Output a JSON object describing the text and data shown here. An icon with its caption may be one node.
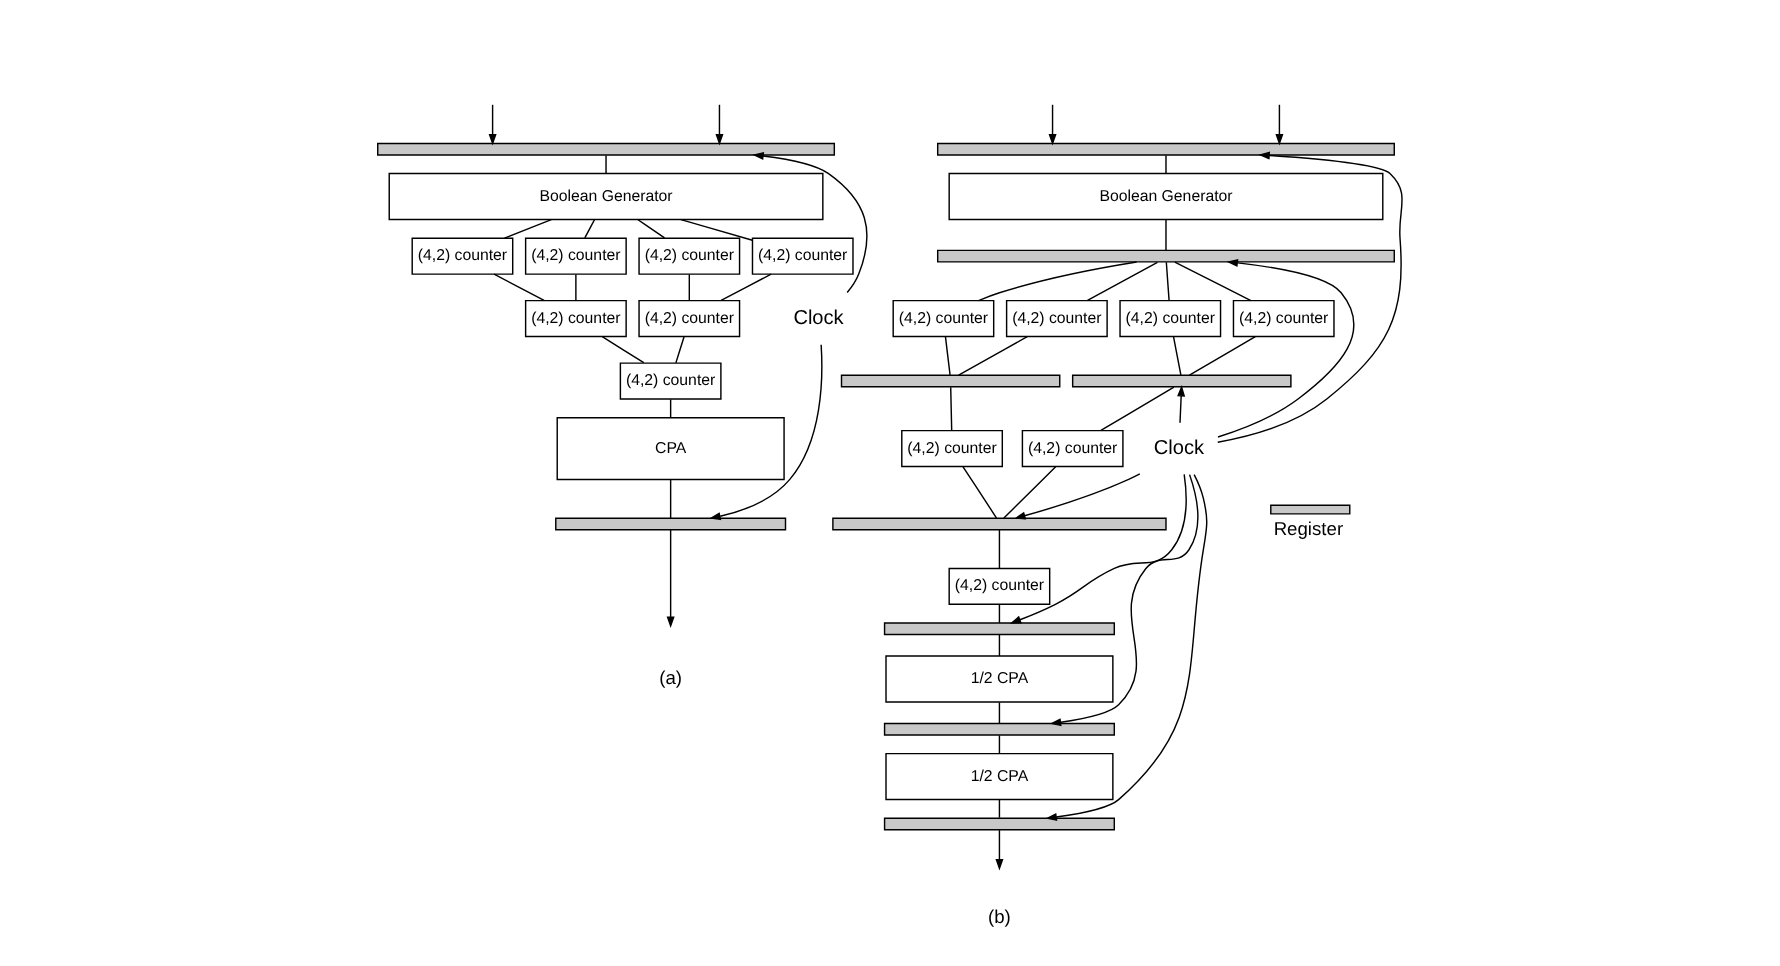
{
  "diagram": {
    "nodes": [
      {
        "text": [],
        "shape": "bar"
      },
      {
        "text": [
          "Boolean Generator"
        ]
      },
      {
        "text": [
          "(4,2) counter"
        ]
      },
      {
        "text": [
          "(4,2) counter"
        ]
      },
      {
        "text": [
          "(4,2) counter"
        ]
      },
      {
        "text": [
          "(4,2) counter"
        ]
      },
      {
        "text": [
          "(4,2) counter"
        ]
      },
      {
        "text": [
          "(4,2) counter"
        ]
      },
      {
        "text": [
          "(4,2) counter"
        ]
      },
      {
        "text": [
          "CPA"
        ]
      },
      {
        "text": [],
        "shape": "bar"
      },
      {
        "text": [
          "Clock"
        ]
      },
      {
        "text": [],
        "shape": "bar"
      },
      {
        "text": [
          "Boolean Generator"
        ]
      },
      {
        "text": [],
        "shape": "bar"
      },
      {
        "text": [
          "(4,2) counter"
        ]
      },
      {
        "text": [
          "(4,2) counter"
        ]
      },
      {
        "text": [
          "(4,2) counter"
        ]
      },
      {
        "text": [
          "(4,2) counter"
        ]
      },
      {
        "text": [],
        "shape": "bar"
      },
      {
        "text": [],
        "shape": "bar"
      },
      {
        "text": [
          "(4,2) counter"
        ]
      },
      {
        "text": [
          "(4,2) counter"
        ]
      },
      {
        "text": [],
        "shape": "bar"
      },
      {
        "text": [
          "(4,2) counter"
        ]
      },
      {
        "text": [],
        "shape": "bar"
      },
      {
        "text": [
          "1/2 CPA"
        ]
      },
      {
        "text": [],
        "shape": "bar"
      },
      {
        "text": [
          "1/2 CPA"
        ]
      },
      {
        "text": [],
        "shape": "bar"
      },
      {
        "text": [
          "Clock"
        ]
      }
    ],
    "edges": [
      {
        "from": null,
        "to": 0,
        "arrow": "to"
      },
      {
        "from": null,
        "to": 0,
        "arrow": "to"
      },
      {
        "from": 0,
        "to": 1,
        "arrow": "none"
      },
      {
        "from": 1,
        "to": 2,
        "arrow": "none"
      },
      {
        "from": 1,
        "to": 3,
        "arrow": "none"
      },
      {
        "from": 1,
        "to": 4,
        "arrow": "none"
      },
      {
        "from": 1,
        "to": 5,
        "arrow": "none"
      },
      {
        "from": 2,
        "to": 6,
        "arrow": "none"
      },
      {
        "from": 3,
        "to": 6,
        "arrow": "none"
      },
      {
        "from": 4,
        "to": 7,
        "arrow": "none"
      },
      {
        "from": 5,
        "to": 7,
        "arrow": "none"
      },
      {
        "from": 6,
        "to": 8,
        "arrow": "none"
      },
      {
        "from": 7,
        "to": 8,
        "arrow": "none"
      },
      {
        "from": 8,
        "to": 9,
        "arrow": "none"
      },
      {
        "from": 9,
        "to": 10,
        "arrow": "none"
      },
      {
        "from": 10,
        "to": null,
        "arrow": "to"
      },
      {
        "from": 11,
        "to": 0,
        "arrow": "to"
      },
      {
        "from": 11,
        "to": 10,
        "arrow": "to"
      },
      {
        "from": null,
        "to": 12,
        "arrow": "to"
      },
      {
        "from": null,
        "to": 12,
        "arrow": "to"
      },
      {
        "from": 12,
        "to": 13,
        "arrow": "none"
      },
      {
        "from": 13,
        "to": 14,
        "arrow": "none"
      },
      {
        "from": 14,
        "to": 15,
        "arrow": "none"
      },
      {
        "from": 14,
        "to": 16,
        "arrow": "none"
      },
      {
        "from": 14,
        "to": 17,
        "arrow": "none"
      },
      {
        "from": 14,
        "to": 18,
        "arrow": "none"
      },
      {
        "from": 15,
        "to": 19,
        "arrow": "none"
      },
      {
        "from": 16,
        "to": 19,
        "arrow": "none"
      },
      {
        "from": 17,
        "to": 20,
        "arrow": "none"
      },
      {
        "from": 18,
        "to": 20,
        "arrow": "none"
      },
      {
        "from": 19,
        "to": 21,
        "arrow": "none"
      },
      {
        "from": 20,
        "to": 22,
        "arrow": "none"
      },
      {
        "from": 21,
        "to": 23,
        "arrow": "none"
      },
      {
        "from": 22,
        "to": 23,
        "arrow": "none"
      },
      {
        "from": 23,
        "to": 24,
        "arrow": "none"
      },
      {
        "from": 24,
        "to": 25,
        "arrow": "none"
      },
      {
        "from": 25,
        "to": 26,
        "arrow": "none"
      },
      {
        "from": 26,
        "to": 27,
        "arrow": "none"
      },
      {
        "from": 27,
        "to": 28,
        "arrow": "none"
      },
      {
        "from": 28,
        "to": 29,
        "arrow": "none"
      },
      {
        "from": 29,
        "to": null,
        "arrow": "to"
      },
      {
        "from": 30,
        "to": 12,
        "arrow": "to"
      },
      {
        "from": 30,
        "to": 14,
        "arrow": "to"
      },
      {
        "from": 30,
        "to": 20,
        "arrow": "to"
      },
      {
        "from": 30,
        "to": 23,
        "arrow": "to"
      },
      {
        "from": 30,
        "to": 25,
        "arrow": "to"
      },
      {
        "from": 30,
        "to": 27,
        "arrow": "to"
      },
      {
        "from": 30,
        "to": 29,
        "arrow": "to"
      }
    ],
    "labels": [
      "(a)",
      "(b)"
    ],
    "legend": [
      {
        "text": "Register"
      }
    ]
  }
}
